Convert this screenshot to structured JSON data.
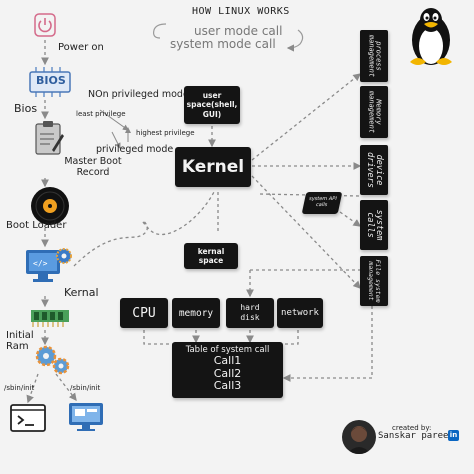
{
  "title": "HOW LINUX WORKS",
  "modes": {
    "user_mode_call": "user mode call",
    "system_mode_call": "system mode call"
  },
  "boot": {
    "power_on": "Power on",
    "bios_chip_text": "BIOS",
    "bios": "Bios",
    "mbr": "Master Boot Record",
    "boot_loader": "Boot Loader",
    "kernal": "Kernal",
    "initial_ram": "Initial Ram",
    "sbin_init_left": "/sbin/init",
    "sbin_init_right": "/sbin/init"
  },
  "privilege": {
    "non_privileged_mode": "NOn privileged mode",
    "least_privilege": "least privilege",
    "highest_privilege": "highest privilege",
    "privileged_mode": "privileged mode"
  },
  "kernel": {
    "user_space": "user space(shell, GUI)",
    "kernel_label": "Kernel",
    "kernal_space": "kernal space",
    "system_api_calls": "system API calls"
  },
  "right_column": [
    "process management",
    "Memory management",
    "device drivers",
    "system calls",
    "File system management"
  ],
  "hardware": [
    "CPU",
    "memory",
    "hard disk",
    "network"
  ],
  "syscall_table": {
    "title": "Table of system call",
    "calls": [
      "Call1",
      "Call2",
      "Call3"
    ]
  },
  "credit": {
    "created_by": "created by:",
    "author": "Sanskar pareek"
  },
  "colors": {
    "background": "#f3f3f3",
    "block": "#141414",
    "connector": "#8a8a8a",
    "linkedin": "#0a66c2"
  }
}
